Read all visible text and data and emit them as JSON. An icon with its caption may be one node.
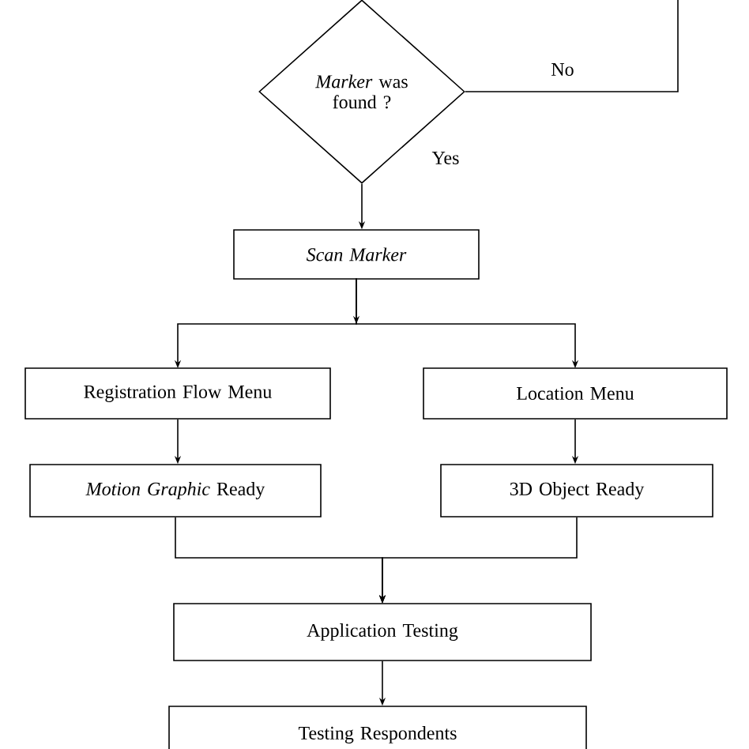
{
  "diagram": {
    "nodes": [
      {
        "text": [
          "*Marker* was found ?"
        ]
      },
      {
        "text": [
          "Scan Marker"
        ]
      },
      {
        "text": [
          "Registration Flow Menu"
        ]
      },
      {
        "text": [
          "Location Menu"
        ]
      },
      {
        "text": [
          "*Motion Graphic* Ready"
        ]
      },
      {
        "text": [
          "3D Object Ready"
        ]
      },
      {
        "text": [
          "Application Testing"
        ]
      },
      {
        "text": [
          "Testing Respondents"
        ]
      }
    ],
    "edges": [
      {
        "from": 0,
        "to": 1,
        "arrow": "to",
        "label": "Yes"
      },
      {
        "from": 0,
        "to": null,
        "arrow": "none",
        "label": "No"
      },
      {
        "from": 1,
        "to": 2,
        "arrow": "to"
      },
      {
        "from": 1,
        "to": 3,
        "arrow": "to"
      },
      {
        "from": 2,
        "to": 4,
        "arrow": "to"
      },
      {
        "from": 3,
        "to": 5,
        "arrow": "to"
      },
      {
        "from": 4,
        "to": 6,
        "arrow": "to"
      },
      {
        "from": 5,
        "to": 6,
        "arrow": "to"
      },
      {
        "from": 6,
        "to": 7,
        "arrow": "to"
      }
    ]
  }
}
